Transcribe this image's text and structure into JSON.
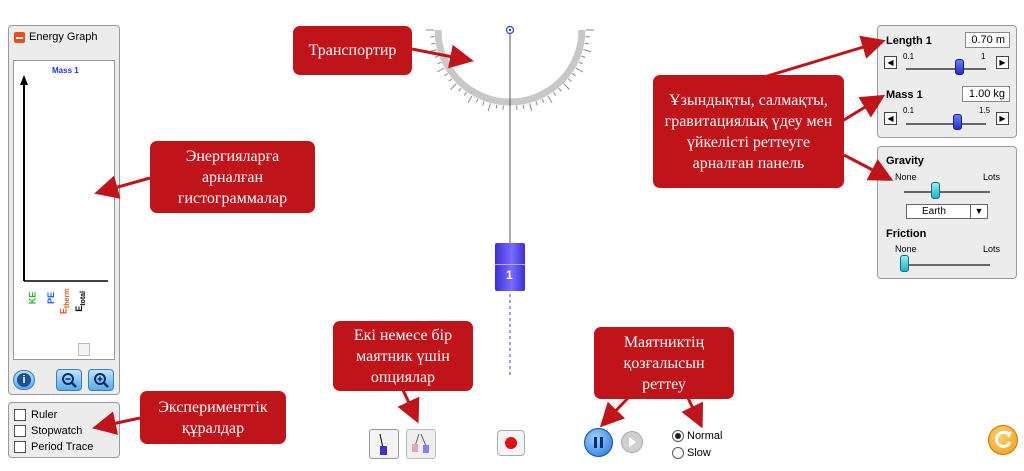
{
  "energy_panel": {
    "title": "Energy Graph",
    "graph_label": "Mass 1",
    "bars": {
      "ke": "KE",
      "pe": "PE",
      "etherm_main": "E",
      "etherm_sub": "therm",
      "etotal_main": "E",
      "etotal_sub": "total"
    },
    "colors": {
      "ke": "#22bb22",
      "pe": "#2255ee",
      "etherm": "#ee5511",
      "etotal": "#000000"
    }
  },
  "tools_panel": {
    "items": [
      "Ruler",
      "Stopwatch",
      "Period Trace"
    ]
  },
  "right_panel": {
    "length_label": "Length 1",
    "length_value": "0.70 m",
    "length_min": "0.1",
    "length_max": "1",
    "length_fraction": 0.67,
    "mass_label": "Mass 1",
    "mass_value": "1.00 kg",
    "mass_min": "0.1",
    "mass_max": "1.5",
    "mass_fraction": 0.64
  },
  "gravity_panel": {
    "gravity_label": "Gravity",
    "gravity_min": "None",
    "gravity_max": "Lots",
    "gravity_fraction": 0.37,
    "planet": "Earth",
    "friction_label": "Friction",
    "friction_min": "None",
    "friction_max": "Lots",
    "friction_fraction": 0.0
  },
  "pendulum": {
    "label": "1"
  },
  "speed": {
    "options": [
      "Normal",
      "Slow"
    ],
    "selected": "Normal"
  },
  "callouts": {
    "protractor": "Транспортир",
    "energy": "Энергияларға арналған гистограммалар",
    "panel": "Ұзындықты, салмақты, гравитациялық үдеу мен үйкелісті реттеуге арналған панель",
    "tools": "Эксперименттік құралдар",
    "pendulum_options": "Екі немесе бір маятник үшін опциялар",
    "motion": "Маятниктің қозғалысын реттеу"
  },
  "colors": {
    "callout": "#c0141b",
    "mass": "#3b2fd6",
    "refresh": "#f5a21b"
  }
}
